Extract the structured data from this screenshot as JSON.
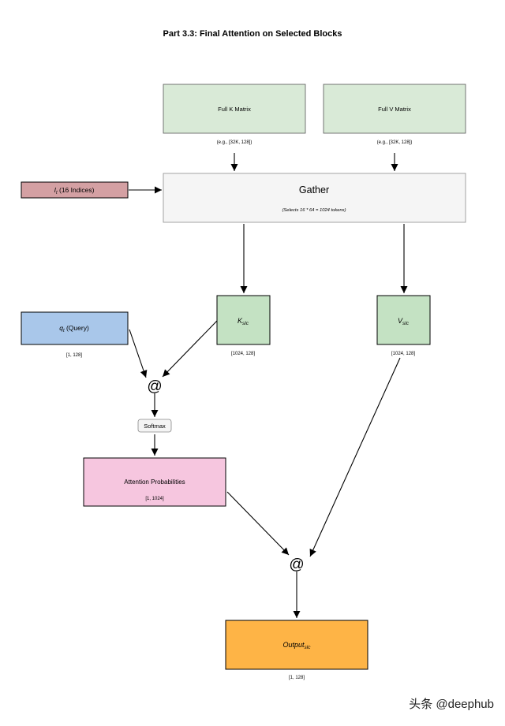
{
  "title": "Part 3.3: Final Attention on Selected Blocks",
  "nodes": {
    "full_k": {
      "label": "Full K Matrix",
      "shape": "(e.g., [32K, 128])",
      "fill": "#d9ead7"
    },
    "full_v": {
      "label": "Full V Matrix",
      "shape": "(e.g., [32K, 128])",
      "fill": "#d9ead7"
    },
    "indices": {
      "base": "I",
      "sub": "t",
      "rest": " (16 Indices)",
      "fill": "#d4a0a3"
    },
    "gather": {
      "label": "Gather",
      "note": "(Selects 16 * 64 = 1024 tokens)",
      "fill": "#f5f5f5"
    },
    "k_slc": {
      "base": "K",
      "sub": "slc",
      "shape": "[1024, 128]",
      "fill": "#c4e2c3"
    },
    "v_slc": {
      "base": "V",
      "sub": "slc",
      "shape": "[1024, 128]",
      "fill": "#c4e2c3"
    },
    "query": {
      "base": "q",
      "sub": "t",
      "rest": " (Query)",
      "shape": "[1, 128]",
      "fill": "#a9c7ea"
    },
    "matmul1": {
      "symbol": "@"
    },
    "softmax": {
      "label": "Softmax",
      "fill": "#f4f4f4"
    },
    "attn_probs": {
      "label": "Attention Probabilities",
      "shape": "[1, 1024]",
      "fill": "#f6c6df"
    },
    "matmul2": {
      "symbol": "@"
    },
    "output": {
      "base": "Output",
      "sub": "slc",
      "shape": "[1, 128]",
      "fill": "#feb446"
    }
  },
  "watermark": "头条 @deephub"
}
